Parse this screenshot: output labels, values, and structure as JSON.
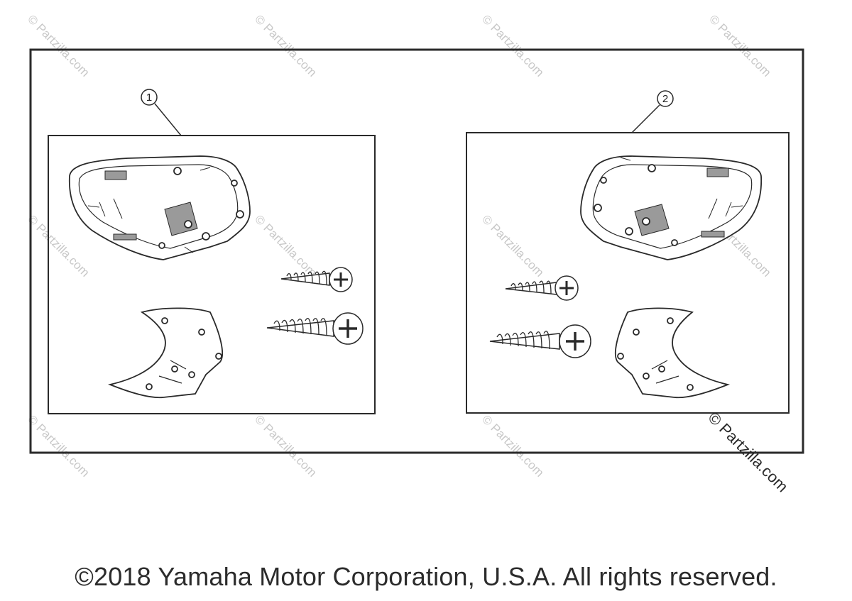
{
  "callouts": {
    "left": "1",
    "right": "2"
  },
  "watermark": {
    "small": "© Partzilla.com",
    "large": "© Partzilla.com"
  },
  "footer": {
    "copyright": "©2018 Yamaha Motor Corporation, U.S.A. All rights reserved."
  },
  "colors": {
    "line": "#2a2a2a",
    "fill_shadow": "#9a9a9a",
    "watermark": "#c8c8c8"
  }
}
